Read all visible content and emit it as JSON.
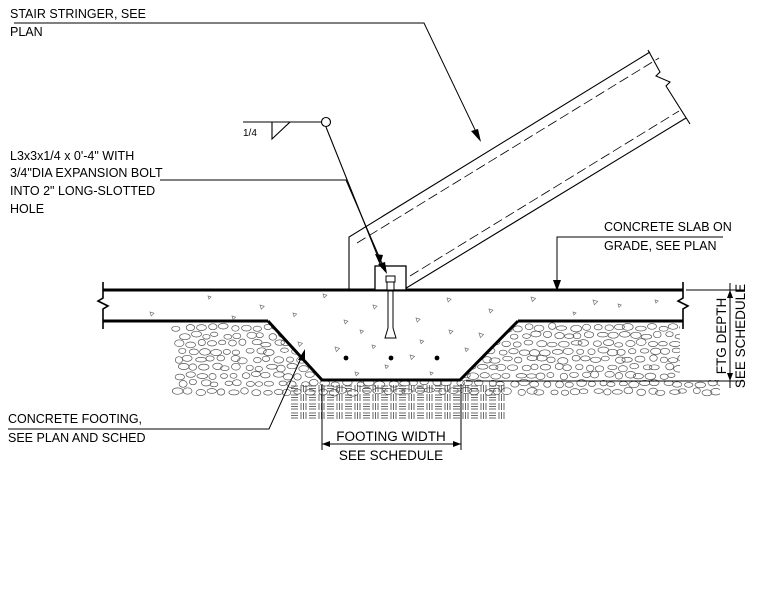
{
  "notes": {
    "stringer": [
      "STAIR STRINGER, SEE",
      "PLAN"
    ],
    "angle": [
      "L3x3x1/4 x 0'-4\" WITH",
      "3/4\"DIA EXPANSION BOLT",
      "INTO 2\" LONG-SLOTTED",
      "HOLE"
    ],
    "weld_size": "1/4",
    "slab": [
      "CONCRETE SLAB ON",
      "GRADE, SEE PLAN"
    ],
    "footing": [
      "CONCRETE FOOTING,",
      "SEE PLAN AND SCHED"
    ]
  },
  "dimensions": {
    "footing_width": [
      "FOOTING WIDTH",
      "SEE SCHEDULE"
    ],
    "footing_depth": [
      "FTG DEPTH",
      "SEE SCHEDULE"
    ]
  }
}
